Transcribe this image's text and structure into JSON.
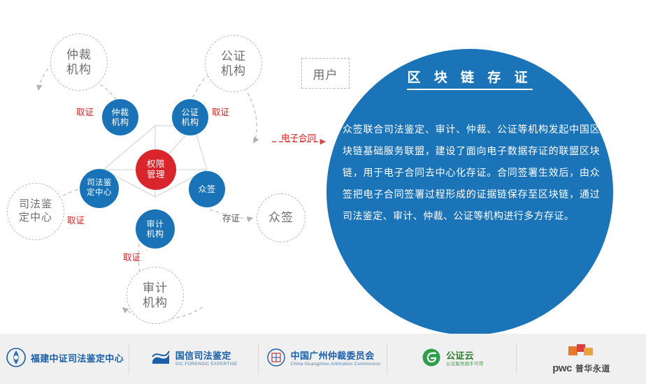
{
  "diagram": {
    "outer_nodes": [
      {
        "id": "arbitration",
        "label": "仲裁\n机构"
      },
      {
        "id": "notary",
        "label": "公证\n机构"
      },
      {
        "id": "judicial",
        "label": "司法鉴\n定中心"
      },
      {
        "id": "audit",
        "label": "审计\n机构"
      }
    ],
    "outer_user": {
      "id": "user",
      "label": "用户"
    },
    "outer_zhongqian": {
      "id": "zhongqian",
      "label": "众签"
    },
    "inner_nodes": [
      {
        "id": "inner-arbitration",
        "label": "仲裁\n机构"
      },
      {
        "id": "inner-notary",
        "label": "公证\n机构"
      },
      {
        "id": "inner-judicial",
        "label": "司法鉴\n定中心"
      },
      {
        "id": "inner-zhongqian",
        "label": "众签"
      },
      {
        "id": "inner-audit",
        "label": "审计\n机构"
      }
    ],
    "center_node": {
      "id": "authority",
      "label": "权限\n管理"
    },
    "labels": {
      "qzz_arbitration": "取证",
      "qzz_notary": "取证",
      "qzz_judicial": "取证",
      "qzz_audit": "取证",
      "cunzheng": "存证",
      "econtract": "电子合同"
    }
  },
  "blockchain_panel": {
    "title": "区 块 链 存 证",
    "paragraph": "众签联合司法鉴定、审计、仲裁、公证等机构发起中国区块链基础服务联盟，建设了面向电子数据存证的联盟区块链，用于电子合同去中心化存证。合同签署生效后，由众签把电子合同签署过程形成的证据链保存至区块链，通过司法鉴定、审计、仲裁、公证等机构进行多方存证。",
    "accent_color": "#1b73b8"
  },
  "partners": [
    {
      "id": "fujian",
      "main": "福建中证司法鉴定中心",
      "sub": "",
      "mark": "seal-icon"
    },
    {
      "id": "guoxin",
      "main": "国信司法鉴定",
      "sub": "SIC FORENSIC EXPERTISE",
      "mark": "wave-icon"
    },
    {
      "id": "guangzhou",
      "main": "中国广州仲裁委员会",
      "sub": "China Guangzhou Arbitration Commission",
      "mark": "emblem-icon"
    },
    {
      "id": "gongzhengyun",
      "main": "公证云",
      "sub": "公证服务随手可得",
      "mark": "swirl-icon"
    },
    {
      "id": "pwc",
      "main": "普华永道",
      "sub": "pwc",
      "mark": "pwc-icon"
    }
  ]
}
